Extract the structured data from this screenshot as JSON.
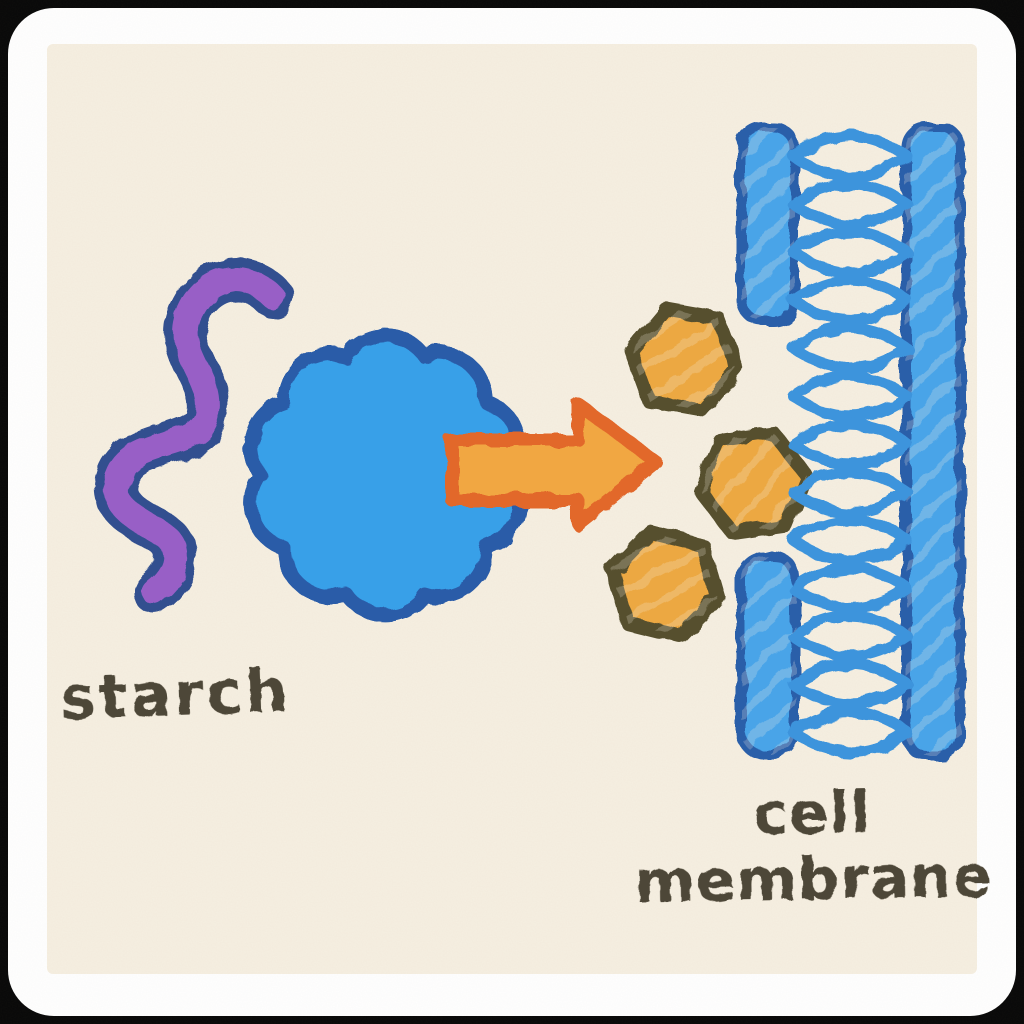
{
  "scene": {
    "description": "hand-drawn crayon biology sketch on cream paper card",
    "background_color": "#070707",
    "card_color": "#ffffff",
    "paper_color": "#f6efe1",
    "ink_color": "#4e4737"
  },
  "labels": {
    "starch": "starch",
    "cell_membrane_line1": "cell",
    "cell_membrane_line2": "membrane"
  },
  "colors": {
    "paper": "#f6efe1",
    "ink": "#4e4737",
    "purple_fill": "#985fc6",
    "purple_outline": "#31508f",
    "cloud_fill": "#38a0e8",
    "cloud_outline": "#2b5ca8",
    "arrow_fill": "#f1a743",
    "arrow_outline": "#e2672b",
    "hex_fill": "#eca843",
    "hex_outline": "#57502f",
    "membrane_bar_fill": "#4aa4e8",
    "membrane_bar_edge": "#2b5fa9",
    "lens_blue": "#3e94dc"
  },
  "elements": {
    "starch_squiggle": "purple wavy polymer strand",
    "enzyme_cloud": "blue scribbled cloud blob",
    "reaction_arrow": "orange right-pointing arrow",
    "sugar_hexagons": "three orange hexagon molecules",
    "cell_membrane": "blue bilayer wall with channel gap and lens-shaped lipids"
  }
}
